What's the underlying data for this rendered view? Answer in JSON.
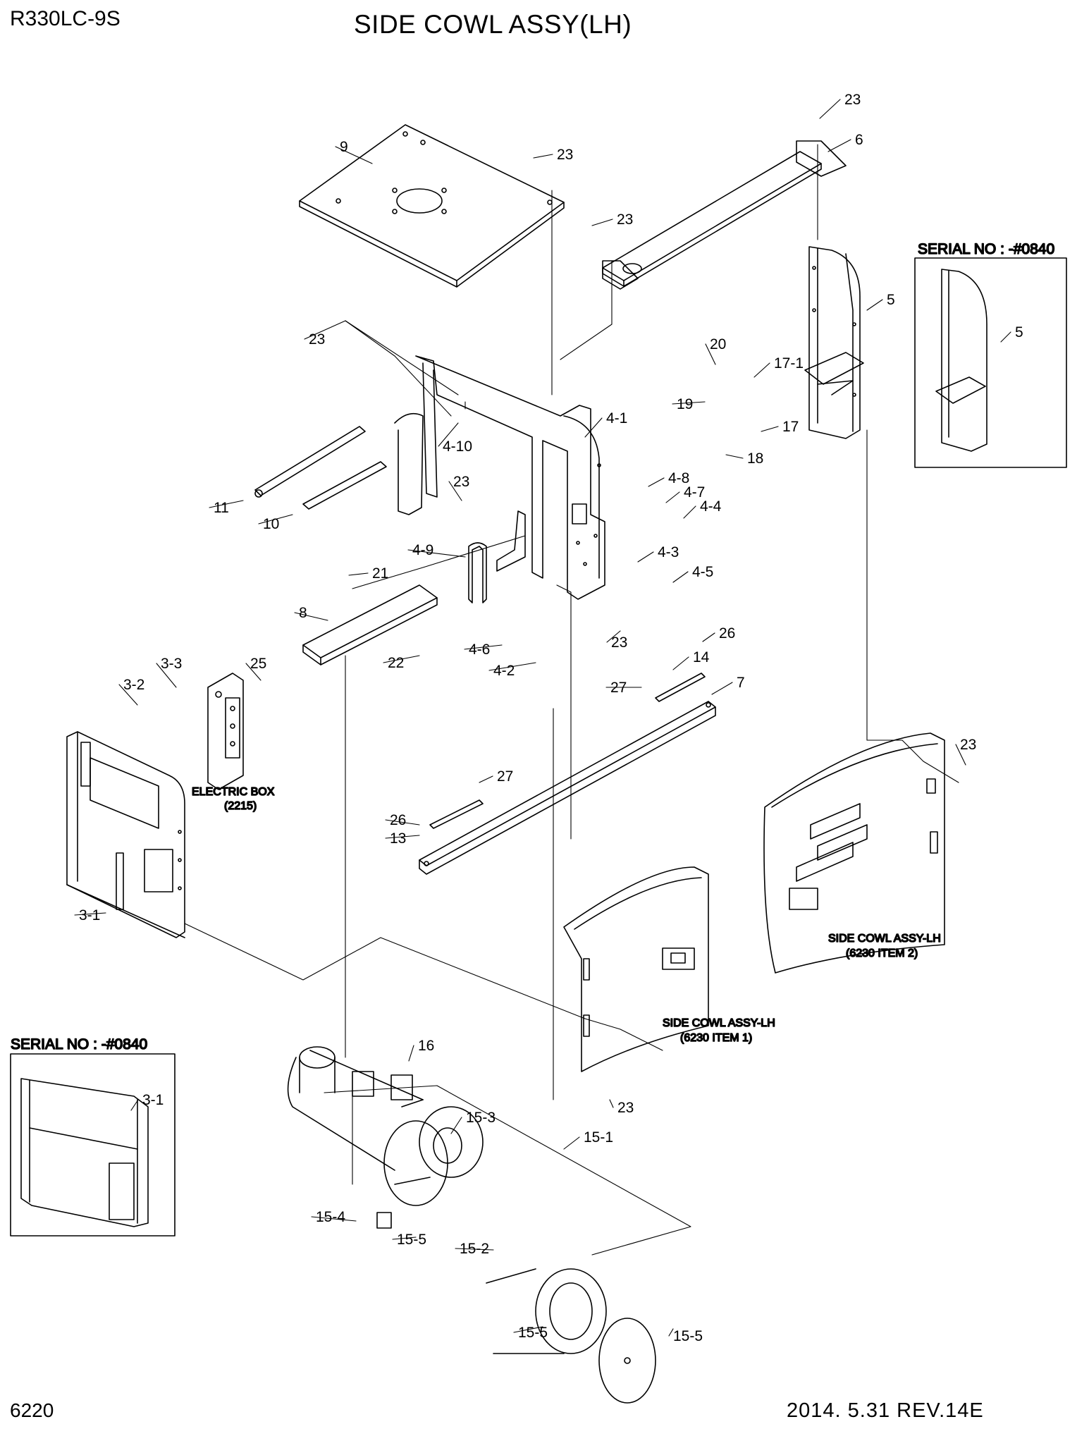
{
  "header": {
    "model": "R330LC-9S",
    "title": "SIDE COWL ASSY(LH)"
  },
  "footer": {
    "page": "6220",
    "revision": "2014. 5.31  REV.14E"
  },
  "insets": {
    "upper_serial": "SERIAL NO : -#0840",
    "lower_serial": "SERIAL NO : -#0840"
  },
  "notes": {
    "electric_box": "ELECTRIC BOX",
    "electric_box_ref": "(2215)",
    "side_cowl_2": "SIDE COWL ASSY-LH",
    "side_cowl_2_ref": "(6230 ITEM 2)",
    "side_cowl_1": "SIDE COWL ASSY-LH",
    "side_cowl_1_ref": "(6230 ITEM 1)"
  },
  "callouts": [
    "23",
    "9",
    "23",
    "6",
    "23",
    "5",
    "5",
    "20",
    "17-1",
    "19",
    "17",
    "18",
    "23",
    "4-1",
    "4-10",
    "23",
    "11",
    "10",
    "4-8",
    "4-7",
    "4-4",
    "4-9",
    "4-3",
    "4-5",
    "21",
    "8",
    "22",
    "23",
    "4-6",
    "4-2",
    "26",
    "14",
    "27",
    "7",
    "3-3",
    "25",
    "3-2",
    "27",
    "26",
    "13",
    "23",
    "3-1",
    "3-1",
    "16",
    "15-3",
    "15-1",
    "23",
    "15-4",
    "15-5",
    "15-2",
    "15-5",
    "15-5"
  ]
}
